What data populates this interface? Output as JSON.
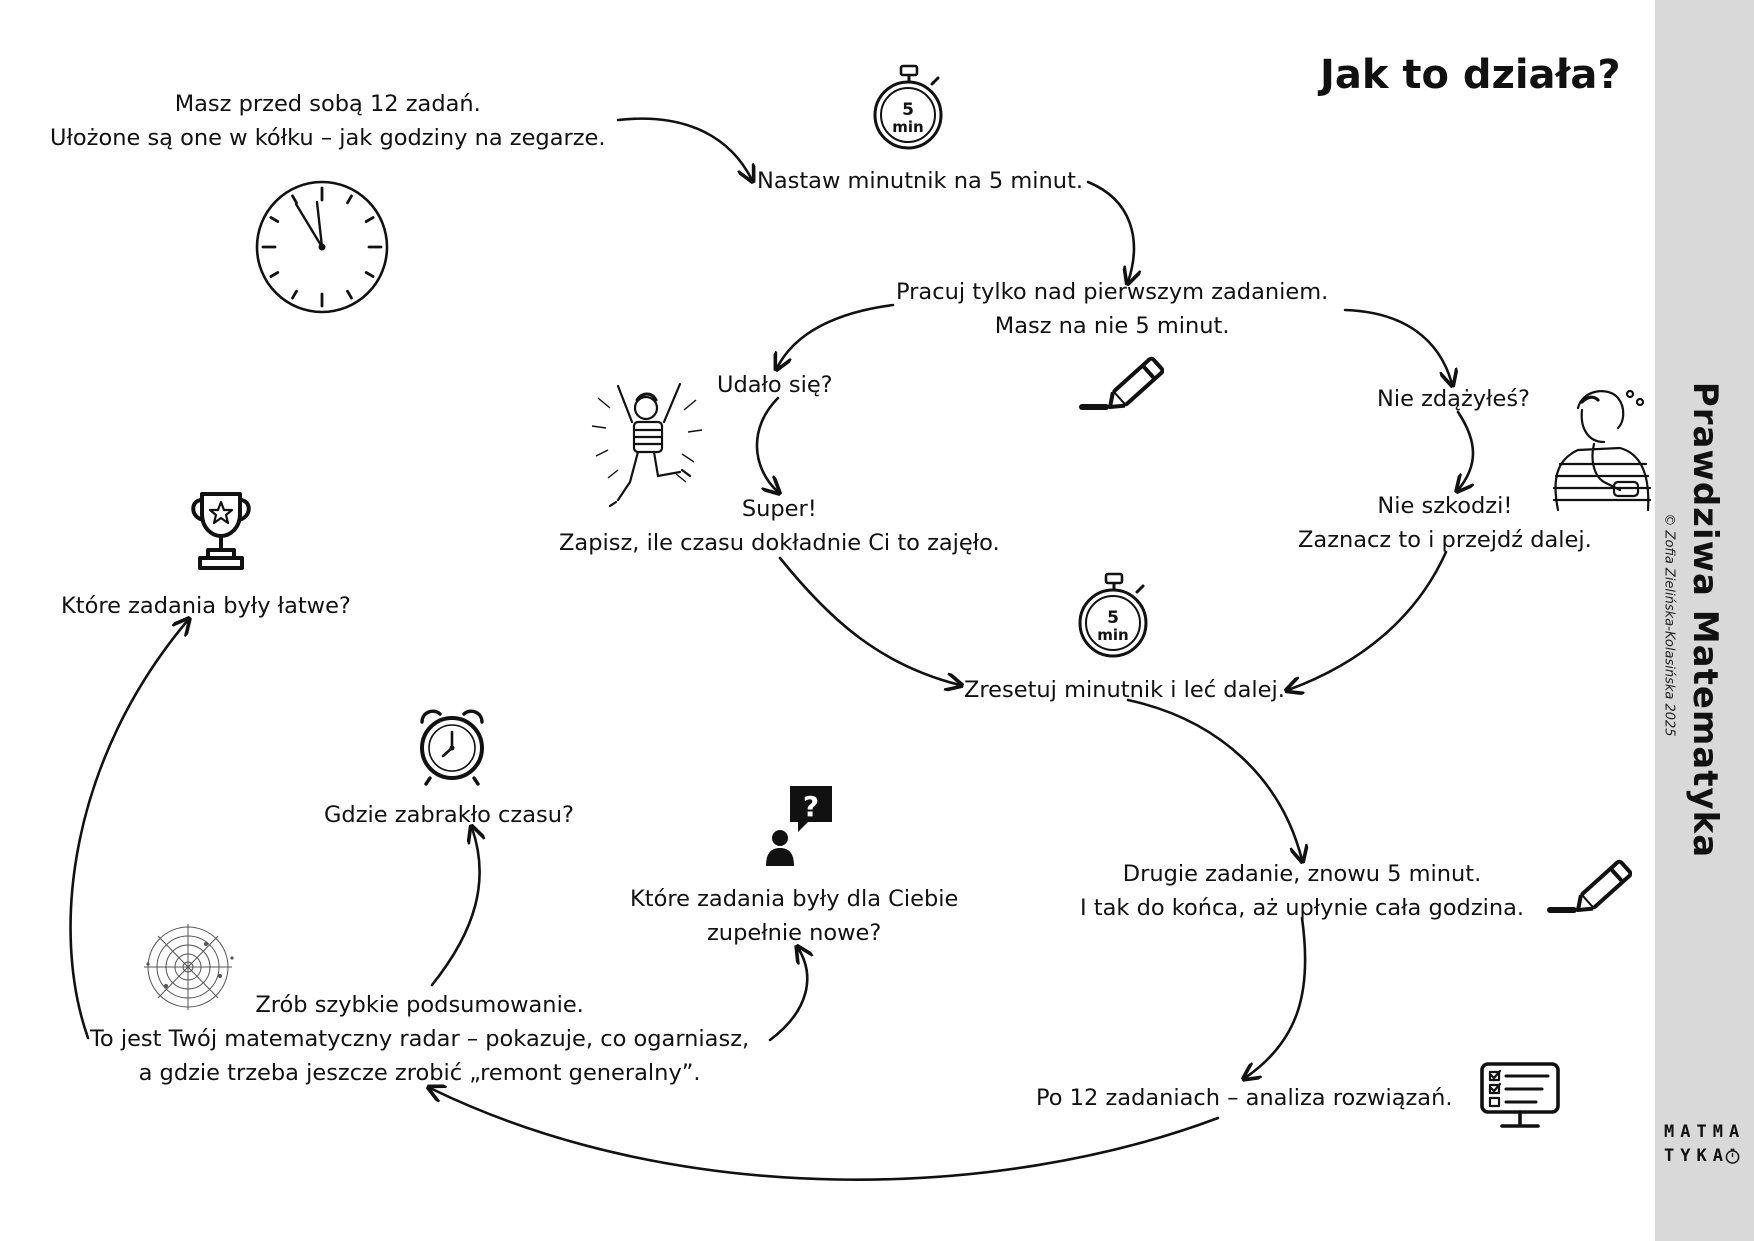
{
  "title": "Jak to działa?",
  "brand": "Prawdziwa Matematyka",
  "copyright": "© Zofia Zielińska-Kolasińska 2025",
  "logo": {
    "line1": "MATMA",
    "line2": "TYKA"
  },
  "nodes": {
    "intro": [
      "Masz przed sobą 12 zadań.",
      "Ułożone są one w kółku – jak godziny na zegarze."
    ],
    "timer": [
      "Nastaw minutnik na 5 minut."
    ],
    "work": [
      "Pracuj tylko nad pierwszym zadaniem.",
      "Masz na nie 5 minut."
    ],
    "success_q": [
      "Udało się?"
    ],
    "success": [
      "Super!",
      "Zapisz, ile czasu dokładnie Ci to zajęło."
    ],
    "fail_q": [
      "Nie zdążyłeś?"
    ],
    "fail": [
      "Nie szkodzi!",
      "Zaznacz to i przejdź dalej."
    ],
    "reset": [
      "Zresetuj minutnik i leć dalej."
    ],
    "second": [
      "Drugie zadanie, znowu 5 minut.",
      "I tak do końca, aż upłynie cała godzina."
    ],
    "analysis": [
      "Po 12 zadaniach – analiza rozwiązań."
    ],
    "summary": [
      "Zrób szybkie podsumowanie.",
      "To jest Twój matematyczny radar – pokazuje, co ogarniasz,",
      "a gdzie trzeba jeszcze zrobić „remont generalny”."
    ],
    "easy": [
      "Które zadania były łatwe?"
    ],
    "time_short": [
      "Gdzie zabrakło czasu?"
    ],
    "new_tasks": [
      "Które zadania były dla Ciebie",
      "zupełnie nowe?"
    ]
  },
  "timer_label": {
    "number": "5",
    "unit": "min"
  },
  "icons": [
    "wall-clock-icon",
    "stopwatch-icon",
    "pencil-icon",
    "cheering-person-icon",
    "worried-person-icon",
    "trophy-icon",
    "alarm-clock-icon",
    "question-person-icon",
    "radar-icon",
    "checklist-monitor-icon"
  ]
}
